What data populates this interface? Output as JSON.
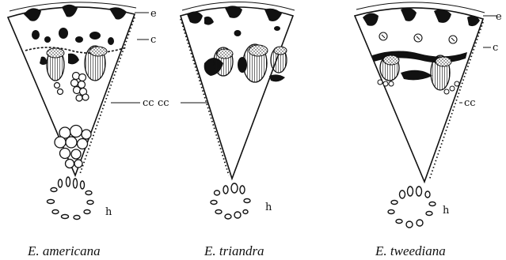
{
  "labels": {
    "e1": "e",
    "c1": "c",
    "cc1": "cc",
    "cc2": "cc",
    "e3": "e",
    "c3": "c",
    "cc3": "cc",
    "h1": "h",
    "h2": "h",
    "h3": "h"
  },
  "captions": {
    "americana": "E. americana",
    "triandra": "E. triandra",
    "tweediana": "E. tweediana"
  },
  "colors": {
    "ink": "#111111",
    "paper": "#ffffff"
  }
}
